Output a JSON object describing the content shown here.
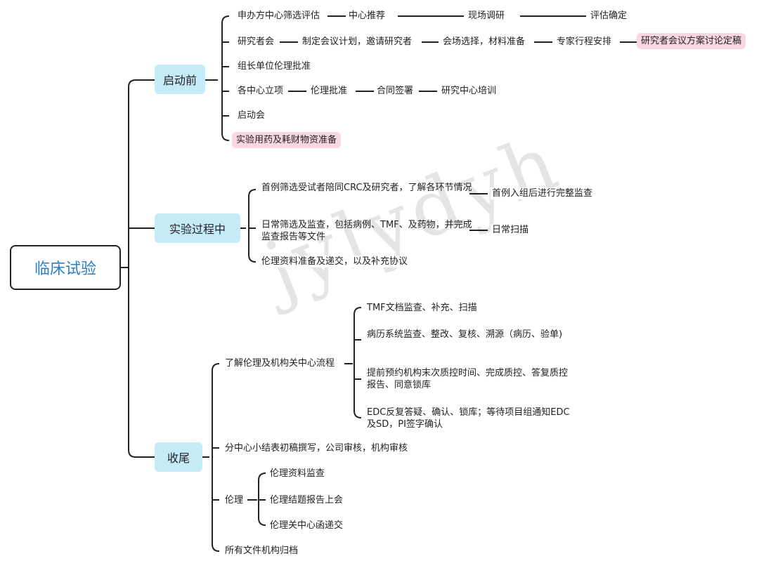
{
  "root": {
    "label": "临床试验"
  },
  "watermark": "jylydyh",
  "categories": {
    "start": "启动前",
    "process": "实验过程中",
    "closing": "收尾"
  },
  "start": {
    "r1": [
      "申办方中心筛选评估",
      "中心推荐",
      "现场调研",
      "评估确定"
    ],
    "r2": [
      "研究者会",
      "制定会议计划，邀请研究者",
      "会场选择，材料准备",
      "专家行程安排",
      "研究者会议方案讨论定稿"
    ],
    "r3": "组长单位伦理批准",
    "r4": [
      "各中心立项",
      "伦理批准",
      "合同签署",
      "研究中心培训"
    ],
    "r5": "启动会",
    "r6": "实验用药及耗财物资准备"
  },
  "process": {
    "p1": "首例筛选受试者陪同CRC及研究者，了解各环节情况",
    "p1_next": "首例入组后进行完整监查",
    "p2": "日常筛选及监查，包括病例、TMF、及药物，并完成监查报告等文件",
    "p2_next": "日常扫描",
    "p3": "伦理资料准备及递交，以及补充协议"
  },
  "closing": {
    "c1": "了解伦理及机构关中心流程",
    "c1_items": [
      "TMF文档监查、补充、扫描",
      "病历系统监查、整改、复核、溯源（病历、验单)",
      "提前预约机构末次质控时间、完成质控、答复质控报告、同意锁库",
      "EDC反复答疑、确认、锁库；等待项目组通知EDC及SD，PI签字确认"
    ],
    "c2": "分中心小结表初稿撰写，公司审核，机构审核",
    "c3": "伦理",
    "c3_items": [
      "伦理资料监查",
      "伦理结题报告上会",
      "伦理关中心函递交"
    ],
    "c4": "所有文件机构归档"
  }
}
